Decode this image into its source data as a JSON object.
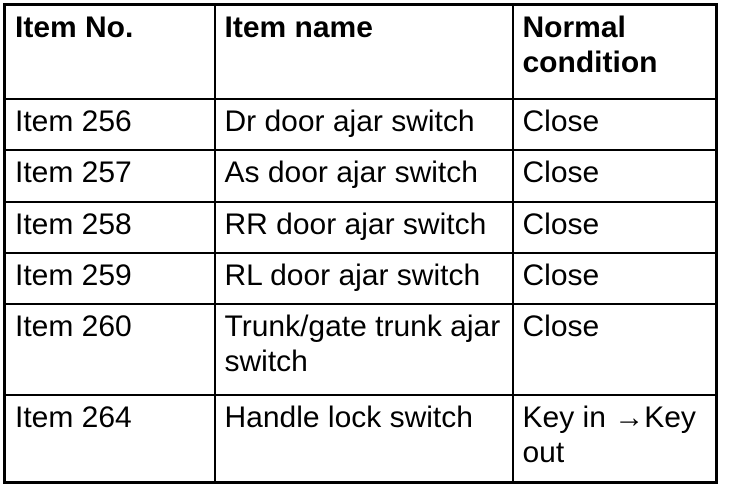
{
  "table": {
    "columns": [
      {
        "key": "item_no",
        "label": "Item No."
      },
      {
        "key": "item_name",
        "label": "Item name"
      },
      {
        "key": "normal_condition",
        "label": "Normal condition"
      }
    ],
    "rows": [
      {
        "item_no": "Item 256",
        "item_name": "Dr door ajar switch",
        "normal_condition": "Close"
      },
      {
        "item_no": "Item 257",
        "item_name": "As door ajar switch",
        "normal_condition": "Close"
      },
      {
        "item_no": "Item 258",
        "item_name": "RR door ajar switch",
        "normal_condition": "Close"
      },
      {
        "item_no": "Item 259",
        "item_name": "RL door ajar switch",
        "normal_condition": "Close"
      },
      {
        "item_no": "Item 260",
        "item_name": "Trunk/gate trunk ajar switch",
        "normal_condition": "Close"
      },
      {
        "item_no": "Item 264",
        "item_name": "Handle lock switch",
        "normal_condition": "Key in →Key out"
      }
    ],
    "colors": {
      "border": "#000000",
      "text": "#000000",
      "background": "#ffffff"
    }
  }
}
